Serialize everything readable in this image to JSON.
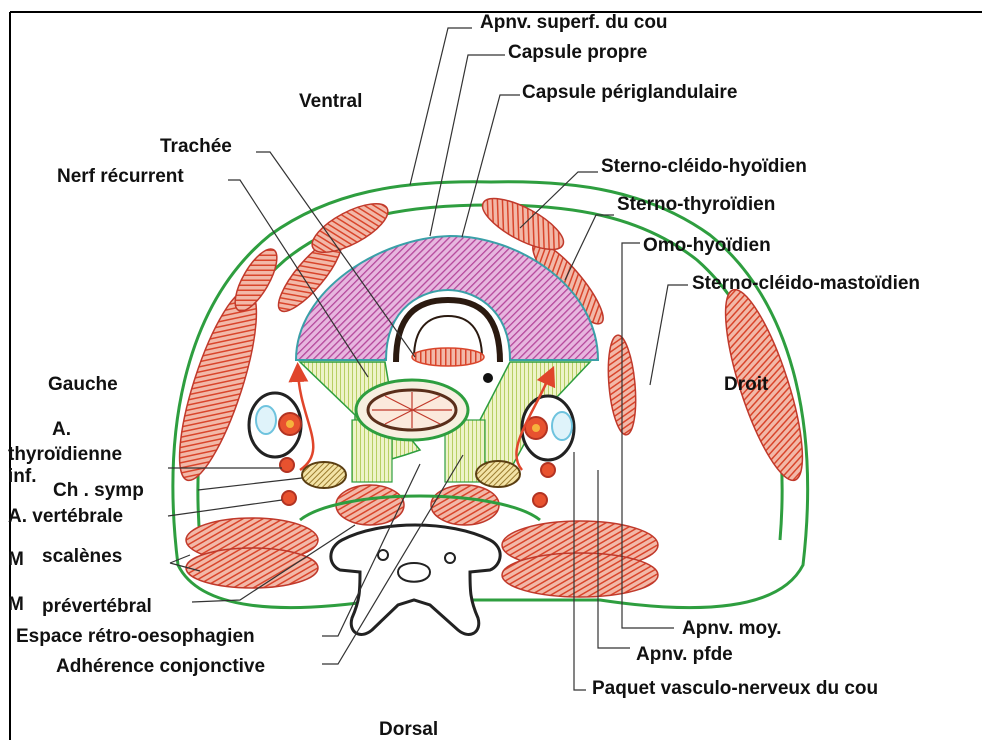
{
  "orientation": {
    "ventral": "Ventral",
    "dorsal": "Dorsal",
    "left": "Gauche",
    "right": "Droit"
  },
  "labels": {
    "apnv_superf": "Apnv. superf. du cou",
    "capsule_propre": "Capsule propre",
    "capsule_periglandulaire": "Capsule périglandulaire",
    "trachee": "Trachée",
    "nerf_recurrent": "Nerf récurrent",
    "sterno_cleido_hyoidien": "Sterno-cléido-hyoïdien",
    "sterno_thyroidien": "Sterno-thyroïdien",
    "omo_hyoidien": "Omo-hyoïdien",
    "sterno_cleido_mastoidien": "Sterno-cléido-mastoïdien",
    "a_thyroidienne_1": "A.",
    "a_thyroidienne_2": "thyroïdienne",
    "a_thyroidienne_3": "inf.",
    "ch_symp": "Ch . symp",
    "a_vertebrale": "A. vertébrale",
    "m_scalenes_prefix": "M",
    "m_scalenes": "scalènes",
    "m_prevertebral_prefix": "M",
    "m_prevertebral": "prévertébral",
    "espace_retro": "Espace rétro-oesophagien",
    "adherence": "Adhérence conjonctive",
    "apnv_moy": "Apnv. moy.",
    "apnv_pfde": "Apnv. pfde",
    "paquet_vasculo": "Paquet vasculo-nerveux du cou"
  },
  "colors": {
    "fascia": "#2e9e3f",
    "muscle": "#e05a3a",
    "thyroid": "#b5479b",
    "fascia_middle": "#c9dc7a",
    "artery": "#d93a2b",
    "nerve": "#e2a94a",
    "vein": "#6ec3de"
  }
}
